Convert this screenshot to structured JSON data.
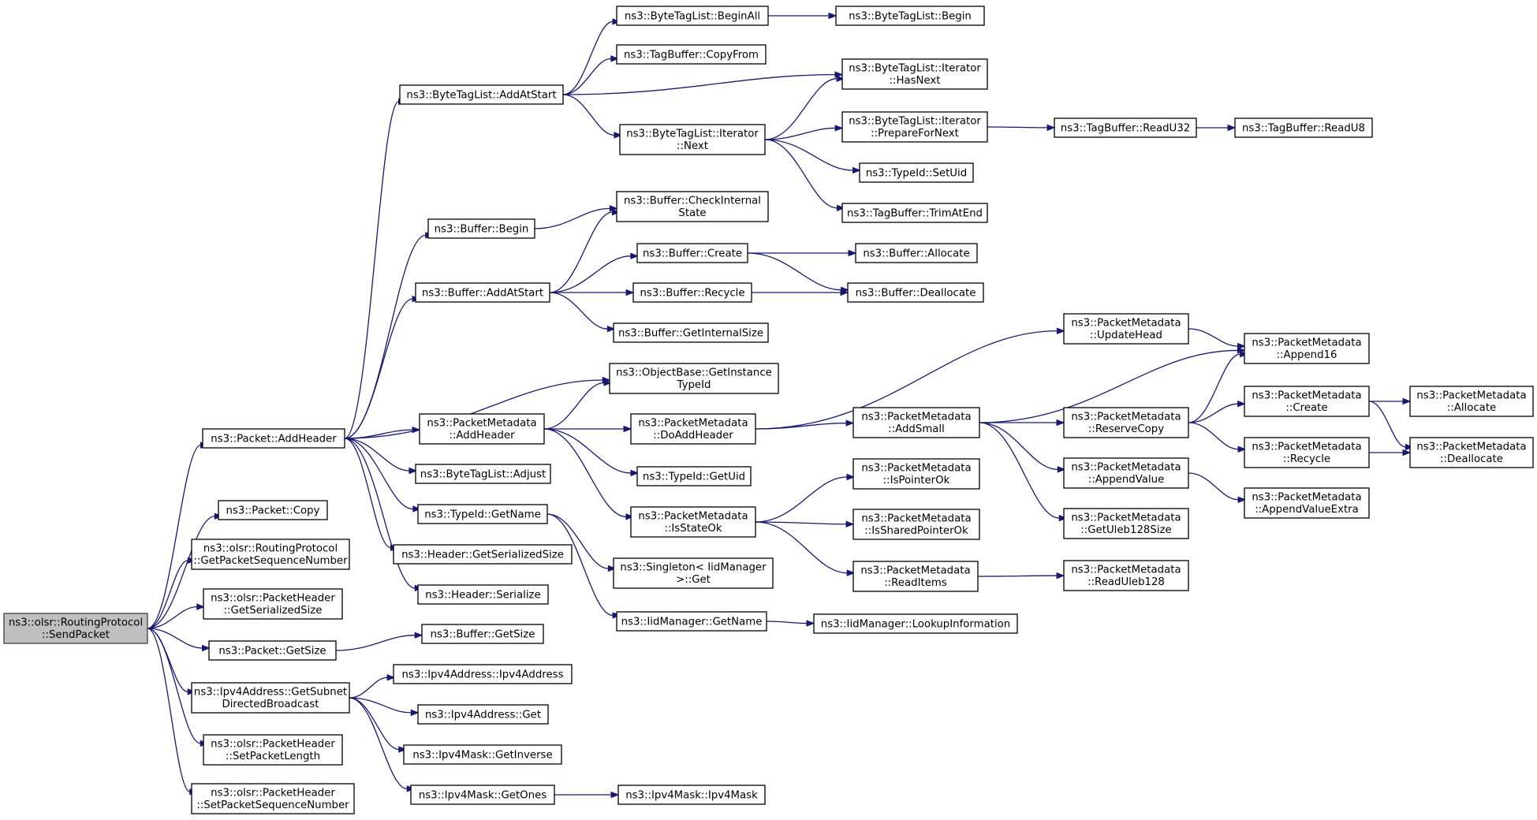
{
  "nodes": [
    {
      "id": "sendpacket",
      "lines": [
        "ns3::olsr::RoutingProtocol",
        "::SendPacket"
      ],
      "root": true
    },
    {
      "id": "packet_addheader",
      "lines": [
        "ns3::Packet::AddHeader"
      ]
    },
    {
      "id": "packet_copy",
      "lines": [
        "ns3::Packet::Copy"
      ]
    },
    {
      "id": "getpacketseqnum",
      "lines": [
        "ns3::olsr::RoutingProtocol",
        "::GetPacketSequenceNumber"
      ]
    },
    {
      "id": "pkthdr_getserializedsize",
      "lines": [
        "ns3::olsr::PacketHeader",
        "::GetSerializedSize"
      ]
    },
    {
      "id": "packet_getsize",
      "lines": [
        "ns3::Packet::GetSize"
      ]
    },
    {
      "id": "ipv4addr_getsubnet",
      "lines": [
        "ns3::Ipv4Address::GetSubnet",
        "DirectedBroadcast"
      ]
    },
    {
      "id": "pkthdr_setpacketlength",
      "lines": [
        "ns3::olsr::PacketHeader",
        "::SetPacketLength"
      ]
    },
    {
      "id": "pkthdr_setpacketseqnum",
      "lines": [
        "ns3::olsr::PacketHeader",
        "::SetPacketSequenceNumber"
      ]
    },
    {
      "id": "btl_addatstart",
      "lines": [
        "ns3::ByteTagList::AddAtStart"
      ]
    },
    {
      "id": "buffer_begin",
      "lines": [
        "ns3::Buffer::Begin"
      ]
    },
    {
      "id": "buffer_addatstart",
      "lines": [
        "ns3::Buffer::AddAtStart"
      ]
    },
    {
      "id": "objbase_getinstancetypeid",
      "lines": [
        "ns3::ObjectBase::GetInstance",
        "TypeId"
      ]
    },
    {
      "id": "pm_addheader",
      "lines": [
        "ns3::PacketMetadata",
        "::AddHeader"
      ]
    },
    {
      "id": "btl_adjust",
      "lines": [
        "ns3::ByteTagList::Adjust"
      ]
    },
    {
      "id": "typeid_getname",
      "lines": [
        "ns3::TypeId::GetName"
      ]
    },
    {
      "id": "header_getserializedsize",
      "lines": [
        "ns3::Header::GetSerializedSize"
      ]
    },
    {
      "id": "header_serialize",
      "lines": [
        "ns3::Header::Serialize"
      ]
    },
    {
      "id": "buffer_getsize",
      "lines": [
        "ns3::Buffer::GetSize"
      ]
    },
    {
      "id": "ipv4addr_ctor",
      "lines": [
        "ns3::Ipv4Address::Ipv4Address"
      ]
    },
    {
      "id": "ipv4addr_get",
      "lines": [
        "ns3::Ipv4Address::Get"
      ]
    },
    {
      "id": "ipv4mask_getinverse",
      "lines": [
        "ns3::Ipv4Mask::GetInverse"
      ]
    },
    {
      "id": "ipv4mask_getones",
      "lines": [
        "ns3::Ipv4Mask::GetOnes"
      ]
    },
    {
      "id": "btl_beginall",
      "lines": [
        "ns3::ByteTagList::BeginAll"
      ]
    },
    {
      "id": "tagbuffer_copyfrom",
      "lines": [
        "ns3::TagBuffer::CopyFrom"
      ]
    },
    {
      "id": "btl_iter_next",
      "lines": [
        "ns3::ByteTagList::Iterator",
        "::Next"
      ]
    },
    {
      "id": "buffer_checkinternalstate",
      "lines": [
        "ns3::Buffer::CheckInternal",
        "State"
      ]
    },
    {
      "id": "buffer_create",
      "lines": [
        "ns3::Buffer::Create"
      ]
    },
    {
      "id": "buffer_recycle",
      "lines": [
        "ns3::Buffer::Recycle"
      ]
    },
    {
      "id": "buffer_getinternalsize",
      "lines": [
        "ns3::Buffer::GetInternalSize"
      ]
    },
    {
      "id": "pm_doaddheader",
      "lines": [
        "ns3::PacketMetadata",
        "::DoAddHeader"
      ]
    },
    {
      "id": "typeid_getuid",
      "lines": [
        "ns3::TypeId::GetUid"
      ]
    },
    {
      "id": "pm_isstateok",
      "lines": [
        "ns3::PacketMetadata",
        "::IsStateOk"
      ]
    },
    {
      "id": "singleton_get",
      "lines": [
        "ns3::Singleton< IidManager",
        ">::Get"
      ]
    },
    {
      "id": "iidmanager_getname",
      "lines": [
        "ns3::IidManager::GetName"
      ]
    },
    {
      "id": "ipv4mask_ctor",
      "lines": [
        "ns3::Ipv4Mask::Ipv4Mask"
      ]
    },
    {
      "id": "btl_begin",
      "lines": [
        "ns3::ByteTagList::Begin"
      ]
    },
    {
      "id": "btl_iter_hasnext",
      "lines": [
        "ns3::ByteTagList::Iterator",
        "::HasNext"
      ]
    },
    {
      "id": "btl_iter_preparefornext",
      "lines": [
        "ns3::ByteTagList::Iterator",
        "::PrepareForNext"
      ]
    },
    {
      "id": "typeid_setuid",
      "lines": [
        "ns3::TypeId::SetUid"
      ]
    },
    {
      "id": "tagbuffer_trimatend",
      "lines": [
        "ns3::TagBuffer::TrimAtEnd"
      ]
    },
    {
      "id": "buffer_allocate",
      "lines": [
        "ns3::Buffer::Allocate"
      ]
    },
    {
      "id": "buffer_deallocate",
      "lines": [
        "ns3::Buffer::Deallocate"
      ]
    },
    {
      "id": "pm_updatehead",
      "lines": [
        "ns3::PacketMetadata",
        "::UpdateHead"
      ]
    },
    {
      "id": "pm_addsmall",
      "lines": [
        "ns3::PacketMetadata",
        "::AddSmall"
      ]
    },
    {
      "id": "pm_ispointerok",
      "lines": [
        "ns3::PacketMetadata",
        "::IsPointerOk"
      ]
    },
    {
      "id": "pm_issharedpointerok",
      "lines": [
        "ns3::PacketMetadata",
        "::IsSharedPointerOk"
      ]
    },
    {
      "id": "pm_readitems",
      "lines": [
        "ns3::PacketMetadata",
        "::ReadItems"
      ]
    },
    {
      "id": "iidmanager_lookupinfo",
      "lines": [
        "ns3::IidManager::LookupInformation"
      ]
    },
    {
      "id": "tagbuffer_readu32",
      "lines": [
        "ns3::TagBuffer::ReadU32"
      ]
    },
    {
      "id": "tagbuffer_readu8",
      "lines": [
        "ns3::TagBuffer::ReadU8"
      ]
    },
    {
      "id": "pm_append16",
      "lines": [
        "ns3::PacketMetadata",
        "::Append16"
      ]
    },
    {
      "id": "pm_reservecopy",
      "lines": [
        "ns3::PacketMetadata",
        "::ReserveCopy"
      ]
    },
    {
      "id": "pm_appendvalue",
      "lines": [
        "ns3::PacketMetadata",
        "::AppendValue"
      ]
    },
    {
      "id": "pm_getuleb128size",
      "lines": [
        "ns3::PacketMetadata",
        "::GetUleb128Size"
      ]
    },
    {
      "id": "pm_readuleb128",
      "lines": [
        "ns3::PacketMetadata",
        "::ReadUleb128"
      ]
    },
    {
      "id": "pm_create",
      "lines": [
        "ns3::PacketMetadata",
        "::Create"
      ]
    },
    {
      "id": "pm_recycle",
      "lines": [
        "ns3::PacketMetadata",
        "::Recycle"
      ]
    },
    {
      "id": "pm_appendvalueextra",
      "lines": [
        "ns3::PacketMetadata",
        "::AppendValueExtra"
      ]
    },
    {
      "id": "pm_allocate",
      "lines": [
        "ns3::PacketMetadata",
        "::Allocate"
      ]
    },
    {
      "id": "pm_deallocate",
      "lines": [
        "ns3::PacketMetadata",
        "::Deallocate"
      ]
    }
  ],
  "edges": [
    [
      "sendpacket",
      "packet_addheader"
    ],
    [
      "sendpacket",
      "packet_copy"
    ],
    [
      "sendpacket",
      "getpacketseqnum"
    ],
    [
      "sendpacket",
      "pkthdr_getserializedsize"
    ],
    [
      "sendpacket",
      "packet_getsize"
    ],
    [
      "sendpacket",
      "ipv4addr_getsubnet"
    ],
    [
      "sendpacket",
      "pkthdr_setpacketlength"
    ],
    [
      "sendpacket",
      "pkthdr_setpacketseqnum"
    ],
    [
      "packet_addheader",
      "btl_addatstart"
    ],
    [
      "packet_addheader",
      "buffer_begin"
    ],
    [
      "packet_addheader",
      "buffer_addatstart"
    ],
    [
      "packet_addheader",
      "objbase_getinstancetypeid"
    ],
    [
      "packet_addheader",
      "pm_addheader"
    ],
    [
      "packet_addheader",
      "btl_adjust"
    ],
    [
      "packet_addheader",
      "typeid_getname"
    ],
    [
      "packet_addheader",
      "header_getserializedsize"
    ],
    [
      "packet_addheader",
      "header_serialize"
    ],
    [
      "packet_getsize",
      "buffer_getsize"
    ],
    [
      "ipv4addr_getsubnet",
      "ipv4addr_ctor"
    ],
    [
      "ipv4addr_getsubnet",
      "ipv4addr_get"
    ],
    [
      "ipv4addr_getsubnet",
      "ipv4mask_getinverse"
    ],
    [
      "ipv4addr_getsubnet",
      "ipv4mask_getones"
    ],
    [
      "btl_addatstart",
      "btl_beginall"
    ],
    [
      "btl_addatstart",
      "tagbuffer_copyfrom"
    ],
    [
      "btl_addatstart",
      "btl_iter_hasnext"
    ],
    [
      "btl_addatstart",
      "btl_iter_next"
    ],
    [
      "buffer_begin",
      "buffer_checkinternalstate"
    ],
    [
      "buffer_addatstart",
      "buffer_checkinternalstate"
    ],
    [
      "buffer_addatstart",
      "buffer_create"
    ],
    [
      "buffer_addatstart",
      "buffer_recycle"
    ],
    [
      "buffer_addatstart",
      "buffer_getinternalsize"
    ],
    [
      "pm_addheader",
      "objbase_getinstancetypeid"
    ],
    [
      "pm_addheader",
      "pm_doaddheader"
    ],
    [
      "pm_addheader",
      "typeid_getuid"
    ],
    [
      "pm_addheader",
      "pm_isstateok"
    ],
    [
      "typeid_getname",
      "singleton_get"
    ],
    [
      "typeid_getname",
      "iidmanager_getname"
    ],
    [
      "ipv4mask_getones",
      "ipv4mask_ctor"
    ],
    [
      "btl_beginall",
      "btl_begin"
    ],
    [
      "btl_iter_next",
      "btl_iter_hasnext"
    ],
    [
      "btl_iter_next",
      "btl_iter_preparefornext"
    ],
    [
      "btl_iter_next",
      "typeid_setuid"
    ],
    [
      "btl_iter_next",
      "tagbuffer_trimatend"
    ],
    [
      "buffer_create",
      "buffer_allocate"
    ],
    [
      "buffer_create",
      "buffer_deallocate"
    ],
    [
      "buffer_recycle",
      "buffer_deallocate"
    ],
    [
      "pm_doaddheader",
      "pm_updatehead"
    ],
    [
      "pm_doaddheader",
      "pm_addsmall"
    ],
    [
      "pm_isstateok",
      "pm_ispointerok"
    ],
    [
      "pm_isstateok",
      "pm_issharedpointerok"
    ],
    [
      "pm_isstateok",
      "pm_readitems"
    ],
    [
      "iidmanager_getname",
      "iidmanager_lookupinfo"
    ],
    [
      "btl_iter_preparefornext",
      "tagbuffer_readu32"
    ],
    [
      "tagbuffer_readu32",
      "tagbuffer_readu8"
    ],
    [
      "pm_updatehead",
      "pm_append16"
    ],
    [
      "pm_addsmall",
      "pm_append16"
    ],
    [
      "pm_addsmall",
      "pm_reservecopy"
    ],
    [
      "pm_addsmall",
      "pm_appendvalue"
    ],
    [
      "pm_addsmall",
      "pm_getuleb128size"
    ],
    [
      "pm_readitems",
      "pm_readuleb128"
    ],
    [
      "pm_reservecopy",
      "pm_append16"
    ],
    [
      "pm_reservecopy",
      "pm_create"
    ],
    [
      "pm_reservecopy",
      "pm_recycle"
    ],
    [
      "pm_appendvalue",
      "pm_appendvalueextra"
    ],
    [
      "pm_create",
      "pm_allocate"
    ],
    [
      "pm_create",
      "pm_deallocate"
    ],
    [
      "pm_recycle",
      "pm_deallocate"
    ]
  ]
}
